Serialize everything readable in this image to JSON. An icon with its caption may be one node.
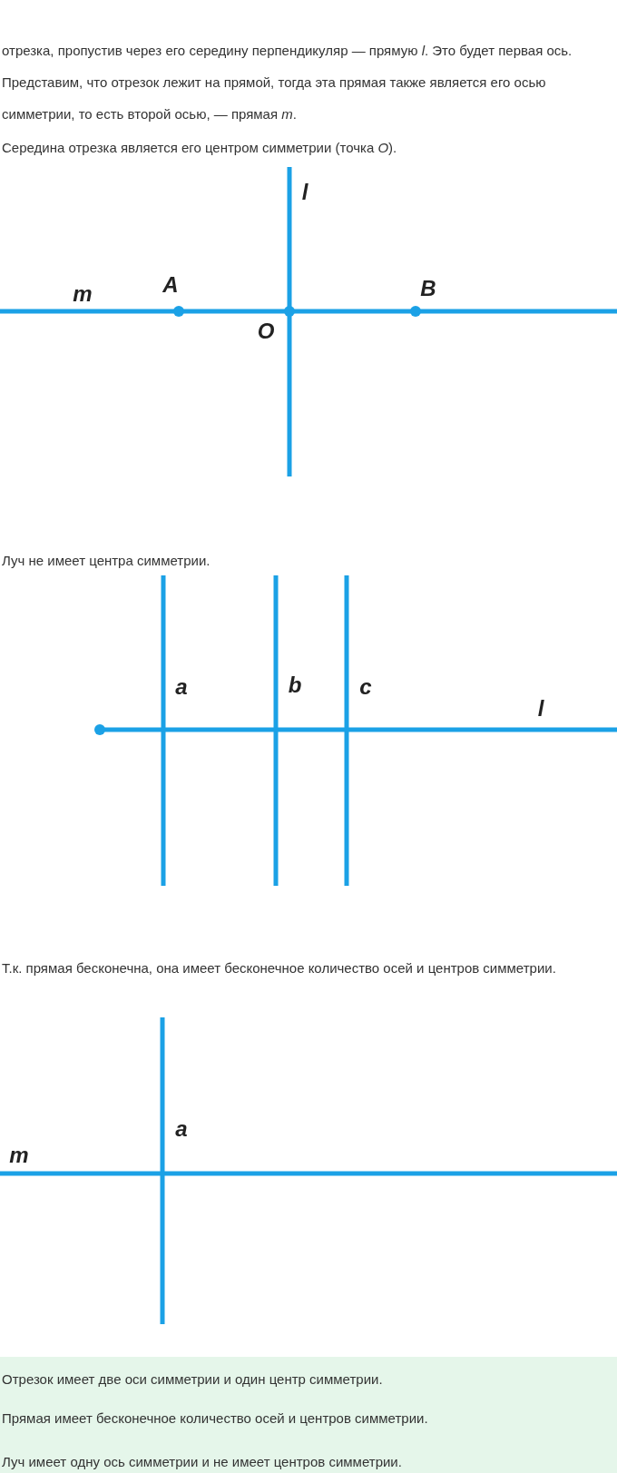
{
  "diagram": {
    "labels": [
      "отрезка, пропустив через его середину перпендикуляр — прямую *l*. Это будет первая ось. Представим, что отрезок лежит на прямой, тогда эта прямая также является его осью симметрии, то есть второй осью, — прямая *m*.",
      "Середина отрезка является его центром симметрии (точка *O*).",
      "l",
      "m",
      "A",
      "O",
      "B",
      "Луч не имеет центра симметрии.",
      "a",
      "b",
      "c",
      "l",
      "Т.к. прямая бесконечна, она имеет бесконечное количество осей и центров симметрии.",
      "a",
      "m",
      "Отрезок имеет две оси симметрии и один центр симметрии.",
      "Прямая имеет бесконечное количество осей и центров симметрии.",
      "Луч имеет одну ось симметрии и не имеет центров симметрии."
    ]
  }
}
